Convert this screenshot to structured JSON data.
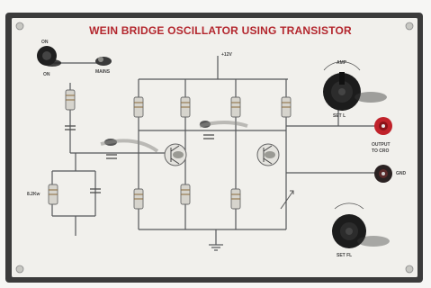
{
  "panel": {
    "title": "WEIN BRIDGE OSCILLATOR USING TRANSISTOR",
    "labels": {
      "power_top": "ON",
      "power_switch": "ON",
      "power_led": "MAINS",
      "supply": "+12V",
      "amp_knob_caption": "AMP",
      "amp_knob_label": "SET L",
      "output_label": "OUTPUT",
      "output_sub": "TO CRO",
      "ground_terminal": "GND",
      "freq_knob_label": "SET FL",
      "bridge_resistor": "8.2Kw"
    }
  },
  "colors": {
    "title": "#b3262d",
    "panel_face": "#ecebe6",
    "frame": "#3b3b3b",
    "output_terminal": "#c0222a",
    "ground_terminal": "#2a2222",
    "knob": "#1c1c1c"
  },
  "icons": [
    "power-switch-icon",
    "mains-led-icon",
    "amplitude-knob-icon",
    "frequency-knob-icon",
    "output-terminal-icon",
    "ground-terminal-icon"
  ]
}
